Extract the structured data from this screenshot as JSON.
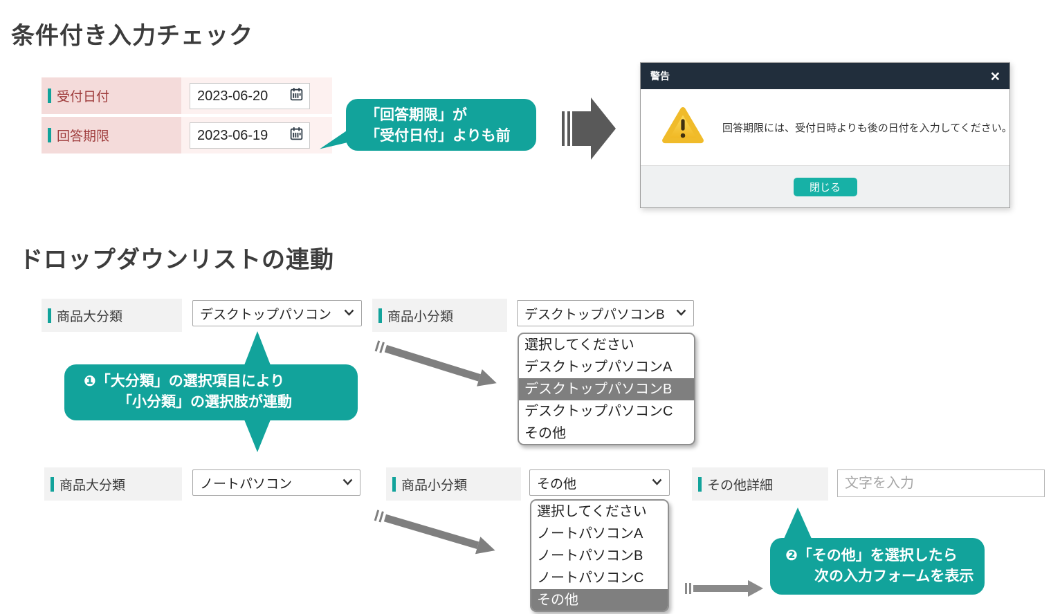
{
  "validation": {
    "title": "条件付き入力チェック",
    "rows": [
      {
        "label": "受付日付",
        "value": "2023-06-20"
      },
      {
        "label": "回答期限",
        "value": "2023-06-19"
      }
    ],
    "callout": {
      "line1": "「回答期限」が",
      "line2": "「受付日付」よりも前"
    },
    "dialog": {
      "title": "警告",
      "close_icon": "×",
      "message": "回答期限には、受付日時よりも後の日付を入力してください。",
      "close_button": "閉じる"
    }
  },
  "dropdown": {
    "title": "ドロップダウンリストの連動",
    "rowA": {
      "major_label": "商品大分類",
      "major_value": "デスクトップパソコン",
      "minor_label": "商品小分類",
      "minor_value": "デスクトップパソコンB",
      "options": [
        "選択してください",
        "デスクトップパソコンA",
        "デスクトップパソコンB",
        "デスクトップパソコンC",
        "その他"
      ],
      "selected_index": 2
    },
    "callout1": {
      "line1": "❶「大分類」の選択項目により",
      "line2": "「小分類」の選択肢が連動"
    },
    "rowB": {
      "major_label": "商品大分類",
      "major_value": "ノートパソコン",
      "minor_label": "商品小分類",
      "minor_value": "その他",
      "options": [
        "選択してください",
        "ノートパソコンA",
        "ノートパソコンB",
        "ノートパソコンC",
        "その他"
      ],
      "selected_index": 4,
      "detail_label": "その他詳細",
      "detail_placeholder": "文字を入力"
    },
    "callout2": {
      "line1": "❷「その他」を選択したら",
      "line2": "次の入力フォームを表示"
    }
  },
  "colors": {
    "accent_teal": "#12a39b",
    "button_teal": "#17b1a6",
    "dialog_header": "#212e3c",
    "warning_yellow": "#f7c83d",
    "arrow_dark": "#595959",
    "arrow_gray": "#7f7f7f",
    "label_red": "#9e3b3b",
    "row_pink": "#f4dbda",
    "row_pink_light": "#fdf1f0",
    "row_gray": "#f2f2f2",
    "option_selected_gray": "#7f7f7f"
  }
}
